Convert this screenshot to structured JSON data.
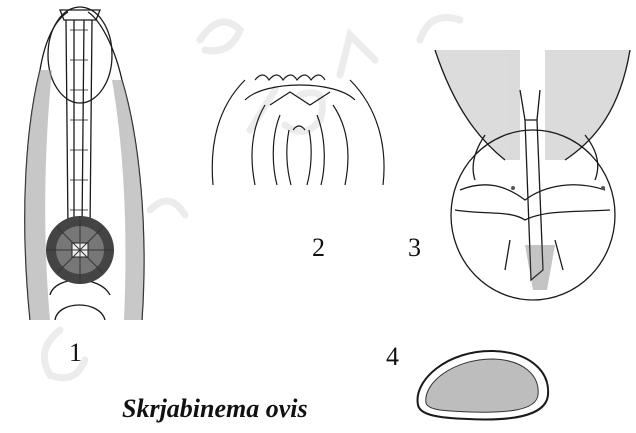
{
  "figure": {
    "labels": [
      "1",
      "2",
      "3",
      "4"
    ],
    "caption": "Skrjabinema ovis",
    "ink_color": "#1a1a1a",
    "watermark_color": "#ececec"
  }
}
